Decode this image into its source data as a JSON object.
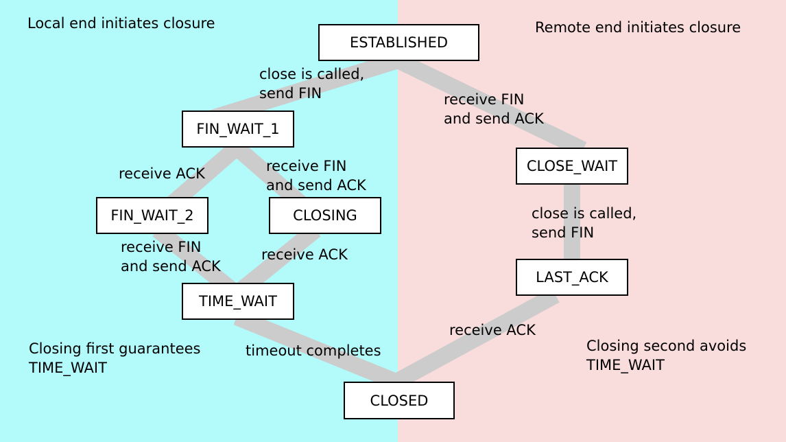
{
  "colors": {
    "local_bg": "#b3fafb",
    "remote_bg": "#f9dcdc",
    "edge": "#cccccc",
    "box_fill": "#ffffff",
    "box_border": "#000000"
  },
  "captions": {
    "local_title": "Local end initiates closure",
    "remote_title": "Remote end initiates closure",
    "local_note": "Closing first guarantees\nTIME_WAIT",
    "remote_note": "Closing second avoids\nTIME_WAIT"
  },
  "states": {
    "established": "ESTABLISHED",
    "fin_wait_1": "FIN_WAIT_1",
    "fin_wait_2": "FIN_WAIT_2",
    "closing": "CLOSING",
    "time_wait": "TIME_WAIT",
    "closed": "CLOSED",
    "close_wait": "CLOSE_WAIT",
    "last_ack": "LAST_ACK"
  },
  "transitions": {
    "est_to_fw1": "close is called,\nsend FIN",
    "fw1_to_fw2": "receive ACK",
    "fw1_to_closing": "receive FIN\nand send ACK",
    "fw2_to_tw": "receive FIN\nand send ACK",
    "closing_to_tw": "receive ACK",
    "tw_to_closed": "timeout completes",
    "est_to_cw": "receive FIN\nand send ACK",
    "cw_to_la": "close is called,\nsend FIN",
    "la_to_closed": "receive ACK"
  }
}
